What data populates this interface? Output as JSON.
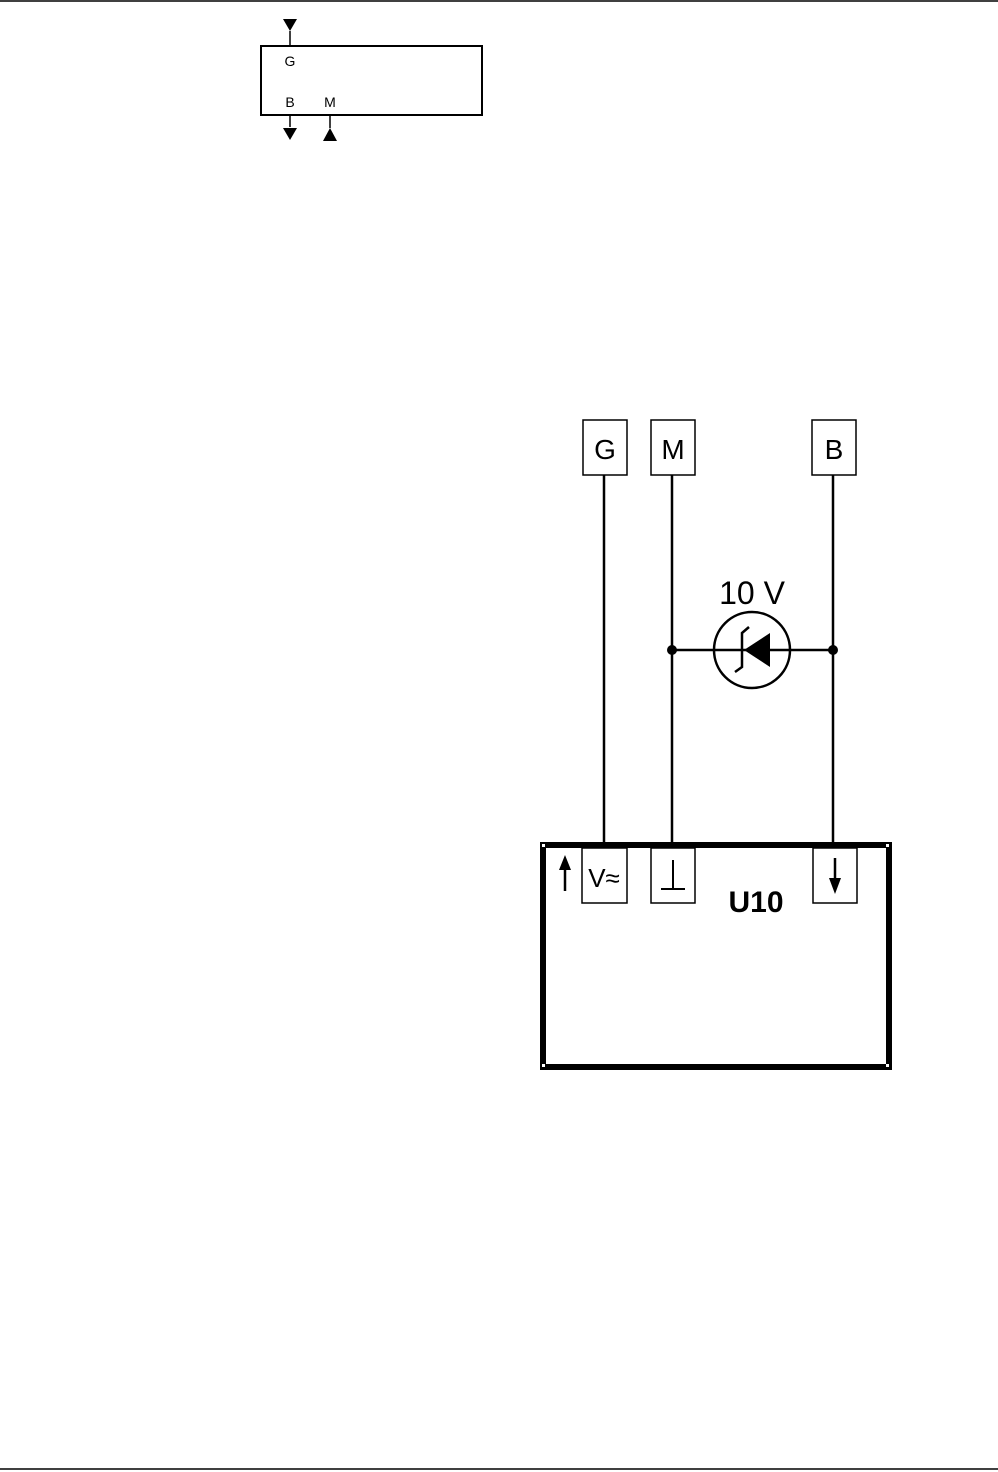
{
  "small_block": {
    "pin_top": "G",
    "pin_bottom_left": "B",
    "pin_bottom_right": "M"
  },
  "terminals": {
    "g": "G",
    "m": "M",
    "b": "B"
  },
  "zener": {
    "rating": "10 V"
  },
  "module": {
    "label": "U10",
    "pin_g_symbol": "V≈",
    "pin_m_symbol": "⊥",
    "pin_b_symbol": "↓",
    "side_arrow": "↑"
  }
}
